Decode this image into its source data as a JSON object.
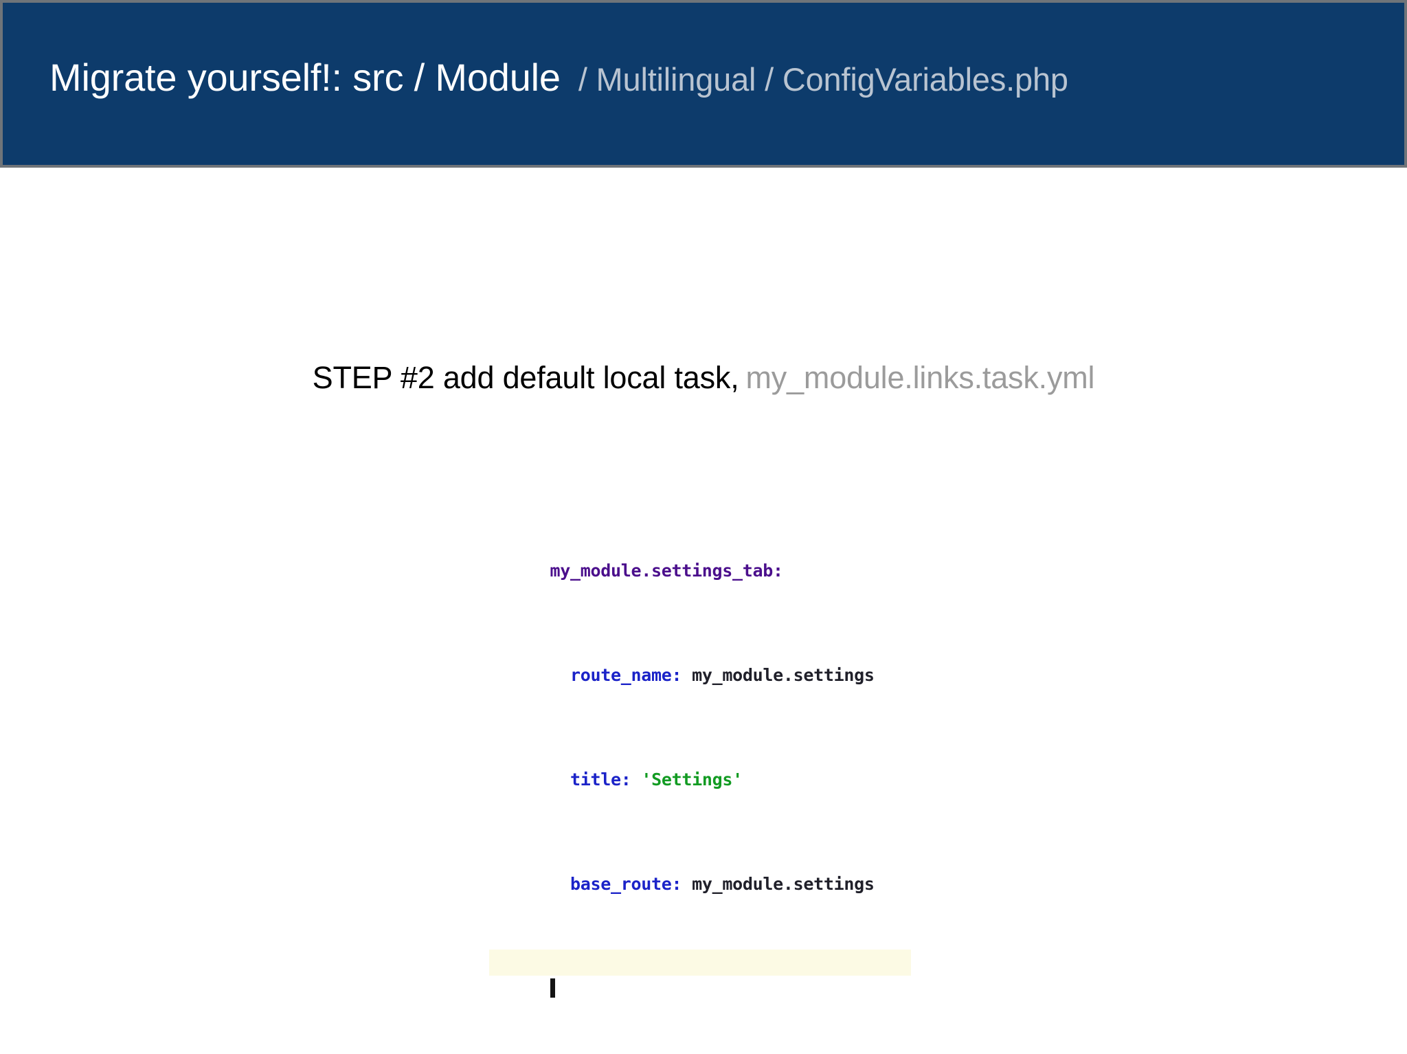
{
  "header": {
    "title": "Migrate yourself!: src / Module",
    "breadcrumb": "/ Multilingual / ConfigVariables.php",
    "bar_color": "#0d3b6b",
    "title_color": "#ffffff",
    "breadcrumb_color": "#b9c4d1"
  },
  "body": {
    "step_text": "STEP #2 add default local task,",
    "step_file": "my_module.links.task.yml",
    "step_text_color": "#000000",
    "step_file_color": "#9b9b9b"
  },
  "code": {
    "language": "yaml",
    "filename": "my_module.links.task.yml",
    "current_line_highlight_color": "#fcfae4",
    "lines": [
      {
        "text": "my_module.settings_tab:",
        "indent": 0,
        "anchor": "my_module.settings_tab",
        "punct": ":",
        "value": "",
        "current": false
      },
      {
        "text": "  route_name: my_module.settings",
        "indent": 2,
        "key": "route_name",
        "punct": ":",
        "value": "my_module.settings",
        "current": false
      },
      {
        "text": "  title: 'Settings'",
        "indent": 2,
        "key": "title",
        "punct": ":",
        "value": "'Settings'",
        "value_type": "string",
        "current": false
      },
      {
        "text": "  base_route: my_module.settings",
        "indent": 2,
        "key": "base_route",
        "punct": ":",
        "value": "my_module.settings",
        "current": false
      },
      {
        "text": "",
        "indent": 0,
        "current": true,
        "caret": true
      }
    ],
    "colors": {
      "anchor": "#4b0f8c",
      "key": "#1b23c8",
      "value": "#20202a",
      "string": "#129b22"
    }
  }
}
